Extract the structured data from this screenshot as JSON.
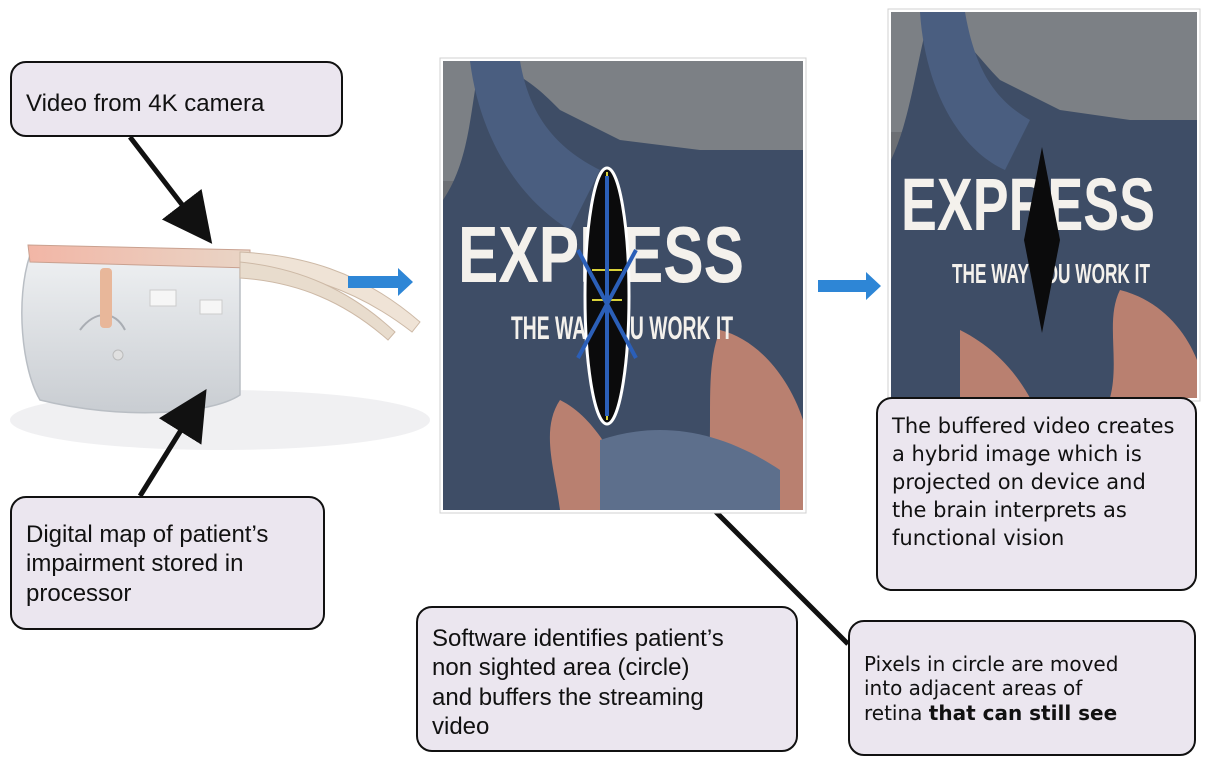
{
  "callouts": {
    "camera": {
      "lines": [
        "Video from 4K camera"
      ]
    },
    "map": {
      "lines": [
        "Digital map of patient’s",
        "impairment stored in",
        "processor"
      ]
    },
    "software": {
      "lines": [
        "Software identifies patient’s",
        "non sighted area (circle)",
        "and buffers the streaming",
        "video"
      ]
    },
    "pixels": {
      "lines": [
        "Pixels in circle are moved",
        "into adjacent areas of",
        "retina "
      ],
      "bold": "that can still see"
    },
    "buffered": {
      "lines": [
        "The buffered video creates",
        "a hybrid image which is",
        "projected on device and",
        "the brain interprets as",
        "functional vision"
      ]
    }
  },
  "photo_text": {
    "middle": {
      "line1": "EXPRESS",
      "line2": "THE WAY YOU WORK IT"
    },
    "right": {
      "line1": "EXPRESS",
      "line2": "THE WAY YOU WORK IT"
    }
  },
  "colors": {
    "flow_arrow": "#2e86d6",
    "callout_fill": "#ebe6ef",
    "shirt": "#3e4d66",
    "background_photo": "#6c6f74",
    "skin": "#b98070",
    "ellipse_marks": "#2b5fb8",
    "ellipse_center_lines": "#d9d13a"
  }
}
